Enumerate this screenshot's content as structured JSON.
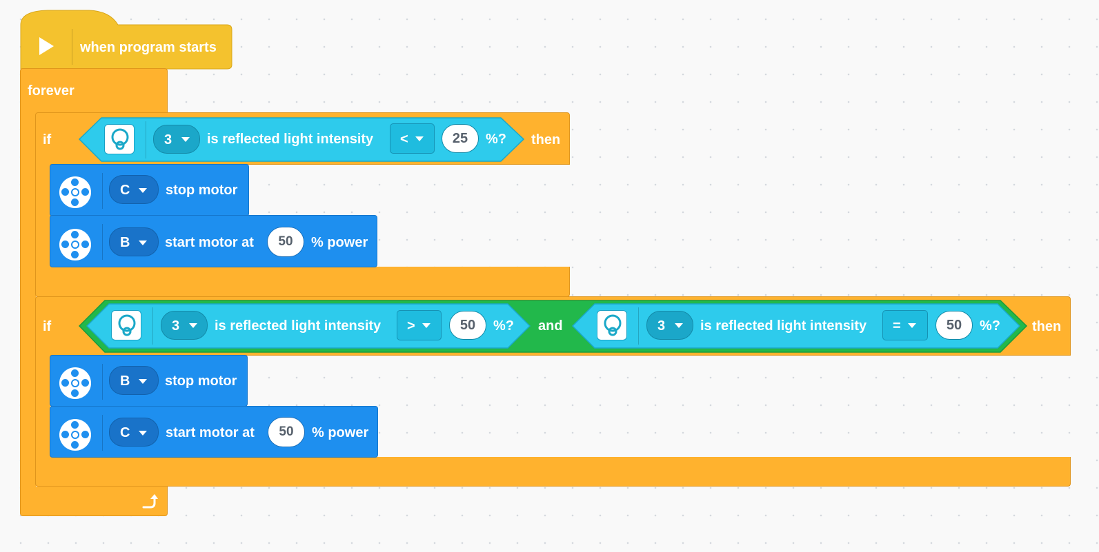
{
  "colors": {
    "event": "#f4c22e",
    "control": "#ffb22e",
    "motor": "#1e8fef",
    "sensor": "#2ecbec",
    "operator": "#22b84b"
  },
  "start_block": {
    "label": "when program starts",
    "icon": "play-icon"
  },
  "forever_block": {
    "label": "forever",
    "loop_icon": "loop-arrow-icon"
  },
  "if1": {
    "if_label": "if",
    "then_label": "then",
    "condition": {
      "sensor_icon": "color-sensor-icon",
      "port": "3",
      "text": "is reflected light intensity",
      "operator": "<",
      "value": "25",
      "unit": "%?"
    },
    "body": [
      {
        "port": "C",
        "text": "stop motor"
      },
      {
        "port": "B",
        "text": "start motor at",
        "value": "50",
        "suffix": "% power"
      }
    ]
  },
  "if2": {
    "if_label": "if",
    "then_label": "then",
    "and_label": "and",
    "condition_left": {
      "port": "3",
      "text": "is reflected light intensity",
      "operator": ">",
      "value": "50",
      "unit": "%?"
    },
    "condition_right": {
      "port": "3",
      "text": "is reflected light intensity",
      "operator": "=",
      "value": "50",
      "unit": "%?"
    },
    "body": [
      {
        "port": "B",
        "text": "stop motor"
      },
      {
        "port": "C",
        "text": "start motor at",
        "value": "50",
        "suffix": "% power"
      }
    ]
  }
}
